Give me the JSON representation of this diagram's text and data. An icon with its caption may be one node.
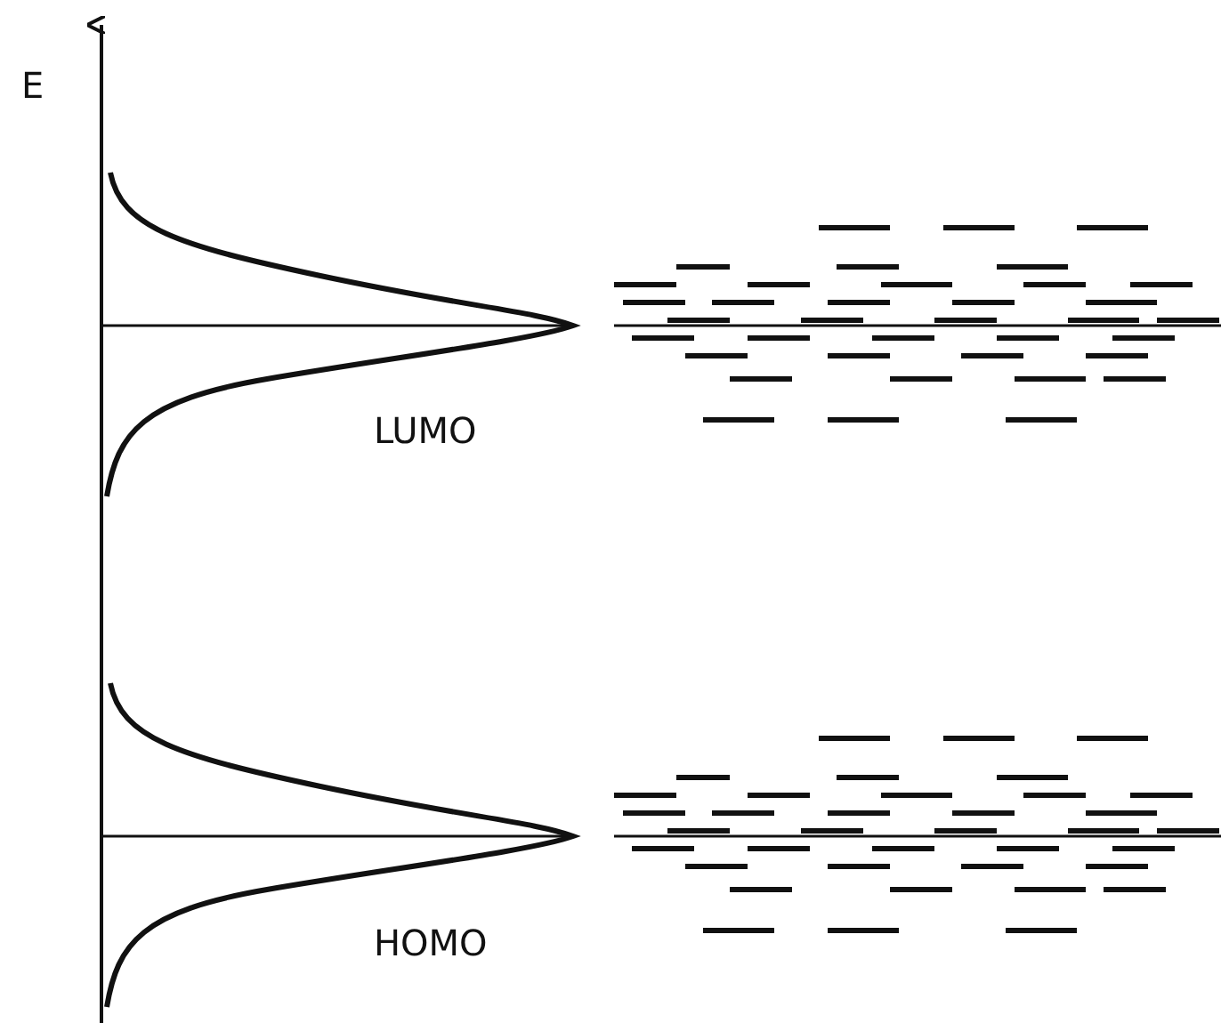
{
  "diagram": {
    "labels": [
      "E",
      "LUMO",
      "HOMO"
    ]
  }
}
